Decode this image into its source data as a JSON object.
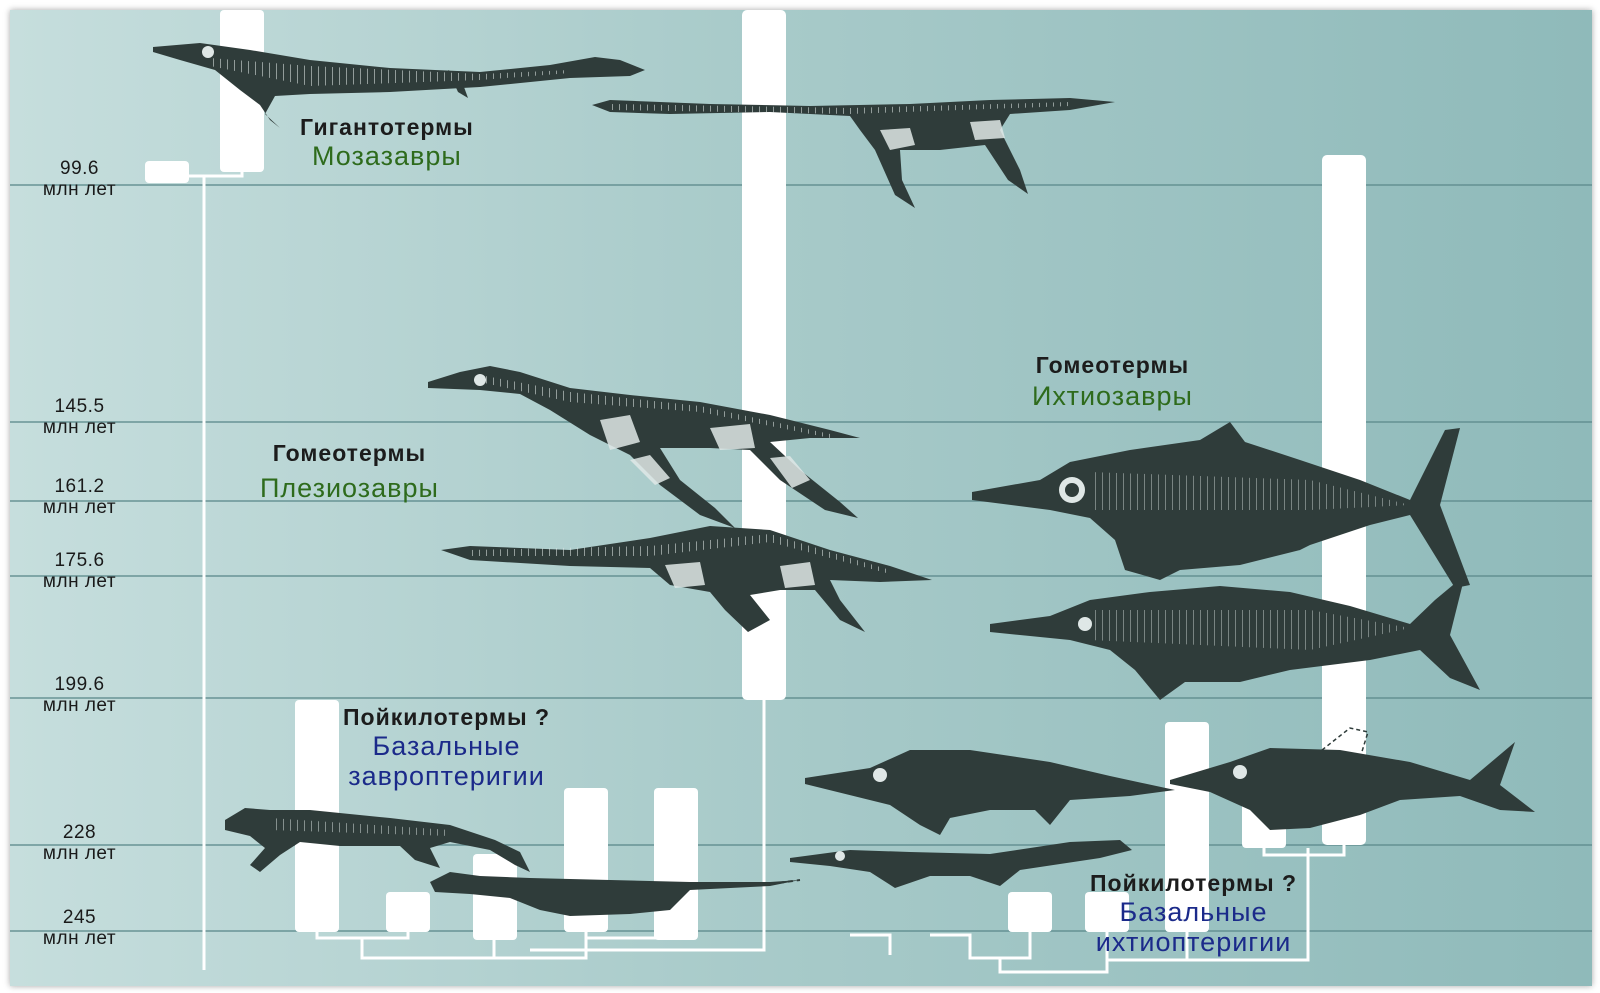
{
  "timescale": [
    {
      "age": "99.6",
      "unit": "млн лет"
    },
    {
      "age": "145.5",
      "unit": "млн лет"
    },
    {
      "age": "161.2",
      "unit": "млн лет"
    },
    {
      "age": "175.6",
      "unit": "млн лет"
    },
    {
      "age": "199.6",
      "unit": "млн лет"
    },
    {
      "age": "228",
      "unit": "млн лет"
    },
    {
      "age": "245",
      "unit": "млн лет"
    }
  ],
  "groups": {
    "mosasaurs": {
      "thermo": "Гигантотермы",
      "clade": "Мозазавры"
    },
    "plesiosaurs": {
      "thermo": "Гомеотермы",
      "clade": "Плезиозавры"
    },
    "ichthyosaurs": {
      "thermo": "Гомеотермы",
      "clade": "Ихтиозавры"
    },
    "basal_sauropterygia": {
      "thermo": "Пойкилотермы ?",
      "clade_line1": "Базальные",
      "clade_line2": "завроптеригии"
    },
    "basal_ichthyopterygia": {
      "thermo": "Пойкилотермы ?",
      "clade_line1": "Базальные",
      "clade_line2": "ихтиоптеригии"
    }
  },
  "icons": [
    "mosasaur-skeleton-icon",
    "plesiosaur-skeleton-icon",
    "pliosaur-skeleton-icon",
    "ichthyosaur-skeleton-icon",
    "nothosaur-skeleton-icon",
    "placodont-skeleton-icon"
  ],
  "colors": {
    "background": "#a9cbca",
    "silhouette": "#2f3c3a",
    "bar": "#ffffff",
    "green_label": "#2e6b1c",
    "blue_label": "#1b2a8a"
  }
}
